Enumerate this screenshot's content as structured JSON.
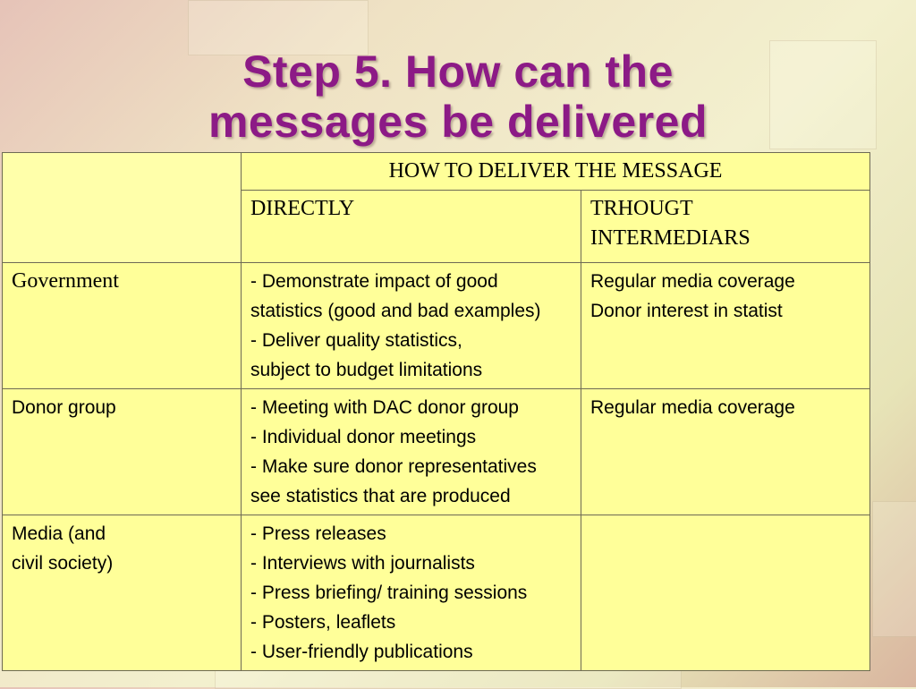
{
  "slide": {
    "title_line1": "Step 5. How can the",
    "title_line2": "messages be delivered"
  },
  "table": {
    "header": "HOW TO DELIVER THE  MESSAGE",
    "col_directly": "DIRECTLY",
    "col_intermediaries_1": "TRHOUGT",
    "col_intermediaries_2": "INTERMEDIARS",
    "rows": [
      {
        "label_lines": [
          "Government"
        ],
        "directly": [
          "- Demonstrate impact of good",
          "statistics (good and bad examples)",
          "- Deliver quality statistics,",
          "subject to budget limitations"
        ],
        "intermediaries": [
          "Regular media coverage",
          "Donor interest in statist"
        ]
      },
      {
        "label_lines": [
          "Donor group"
        ],
        "directly": [
          "- Meeting with DAC donor group",
          "- Individual donor meetings",
          "- Make sure donor representatives",
          "see statistics that are produced"
        ],
        "intermediaries": [
          "Regular media coverage"
        ]
      },
      {
        "label_lines": [
          "Media (and",
          "civil society)"
        ],
        "directly": [
          "- Press releases",
          "- Interviews with journalists",
          "- Press briefing/ training sessions",
          "- Posters, leaflets",
          "- User-friendly publications"
        ],
        "intermediaries": []
      }
    ]
  },
  "colors": {
    "title": "#8c1a86",
    "cell_fill": "#ffff99"
  }
}
